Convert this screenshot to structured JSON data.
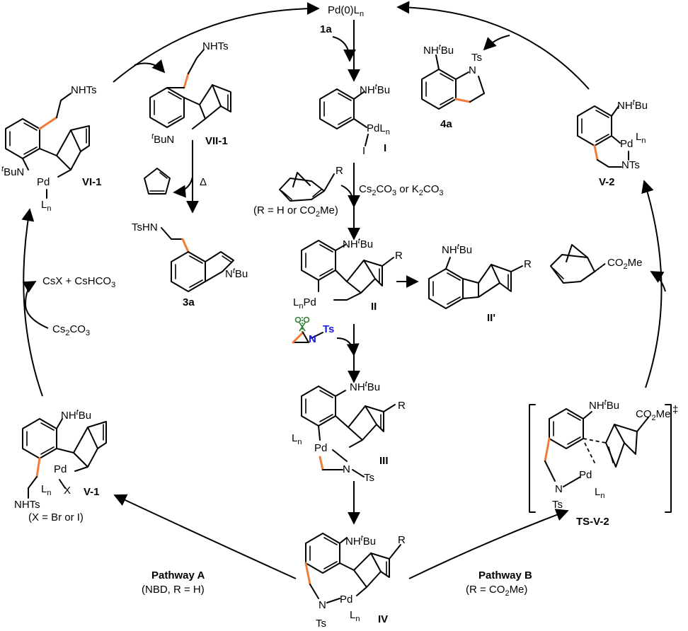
{
  "catalyst": {
    "label": "Pd(0)L",
    "sub": "n"
  },
  "reagents": {
    "substrate": "1a",
    "base": {
      "t1": "Cs",
      "s1": "2",
      "t2": "CO",
      "s2": "3",
      "t3": " or K",
      "s3": "2",
      "t4": "CO",
      "s4": "3"
    },
    "norbornene_note": "(R = H or CO",
    "norbornene_note2": "Me)",
    "norbornene_sub": "2",
    "cyclopentadiene_heat": "Δ",
    "base_regen": {
      "a": "Cs",
      "a_sub": "2",
      "b": "CO",
      "b_sub": "3"
    },
    "byproducts": {
      "a": "CsX + CsHCO",
      "a_sub": "3"
    },
    "ester": "CO",
    "ester_sub": "2",
    "ester_end": "Me",
    "dagger": "‡"
  },
  "intermediates": {
    "I": "I",
    "II": "II",
    "II_prime": "II'",
    "III": "III",
    "IV": "IV",
    "V1": "V-1",
    "V2": "V-2",
    "VI1": "VI-1",
    "VII1": "VII-1",
    "TSV2": "TS-V-2",
    "x_note": "(X = Br or I)"
  },
  "products": {
    "p3a": "3a",
    "p4a": "4a"
  },
  "atoms": {
    "NH": "NH",
    "tBu_t": "t",
    "Bu": "Bu",
    "Pd": "Pd",
    "L": "L",
    "n": "n",
    "N": "N",
    "Ts": "Ts",
    "NHTs": "NHTs",
    "TsHN": "TsHN",
    "X": "X",
    "R": "R",
    "I": "I"
  },
  "pathways": {
    "A": {
      "title": "Pathway A",
      "note": "(NBD, R = H)"
    },
    "B": {
      "title": "Pathway B",
      "note": "(R = CO",
      "note_sub": "2",
      "note_end": "Me)"
    }
  }
}
